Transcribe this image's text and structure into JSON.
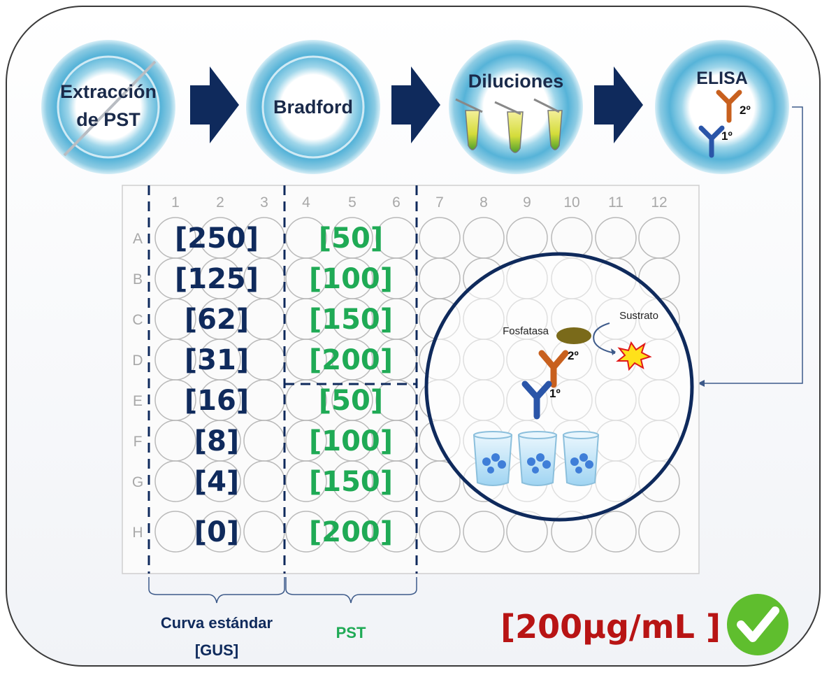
{
  "steps": [
    {
      "label_line1": "Extracción",
      "label_line2": "de PST"
    },
    {
      "label_line1": "Bradford",
      "label_line2": ""
    },
    {
      "label_line1": "Diluciones",
      "label_line2": ""
    },
    {
      "label_line1": "ELISA",
      "label_line2": ""
    }
  ],
  "antibody_labels": {
    "primary": "1º",
    "secondary": "2º"
  },
  "plate": {
    "columns": [
      "1",
      "2",
      "3",
      "4",
      "5",
      "6",
      "7",
      "8",
      "9",
      "10",
      "11",
      "12"
    ],
    "rows": [
      "A",
      "B",
      "C",
      "D",
      "E",
      "F",
      "G",
      "H"
    ],
    "standard_curve": [
      "[250]",
      "[125]",
      "[62]",
      "[31]",
      "[16]",
      "[8]",
      "[4]",
      "[0]"
    ],
    "pst_samples": [
      "[50]",
      "[100]",
      "[150]",
      "[200]",
      "[50]",
      "[100]",
      "[150]",
      "[200]"
    ]
  },
  "inset": {
    "enzyme": "Fosfatasa",
    "substrate": "Sustrato",
    "primary": "1º",
    "secondary": "2º"
  },
  "groups": {
    "standard_line1": "Curva estándar",
    "standard_line2": "[GUS]",
    "pst": "PST"
  },
  "result": "[200µg/mL ]",
  "colors": {
    "navy": "#0f2a5c",
    "green": "#1faa55",
    "orange": "#c8601e",
    "blue_ab": "#2a55a8",
    "red": "#b81414",
    "check": "#5fbe2e"
  }
}
